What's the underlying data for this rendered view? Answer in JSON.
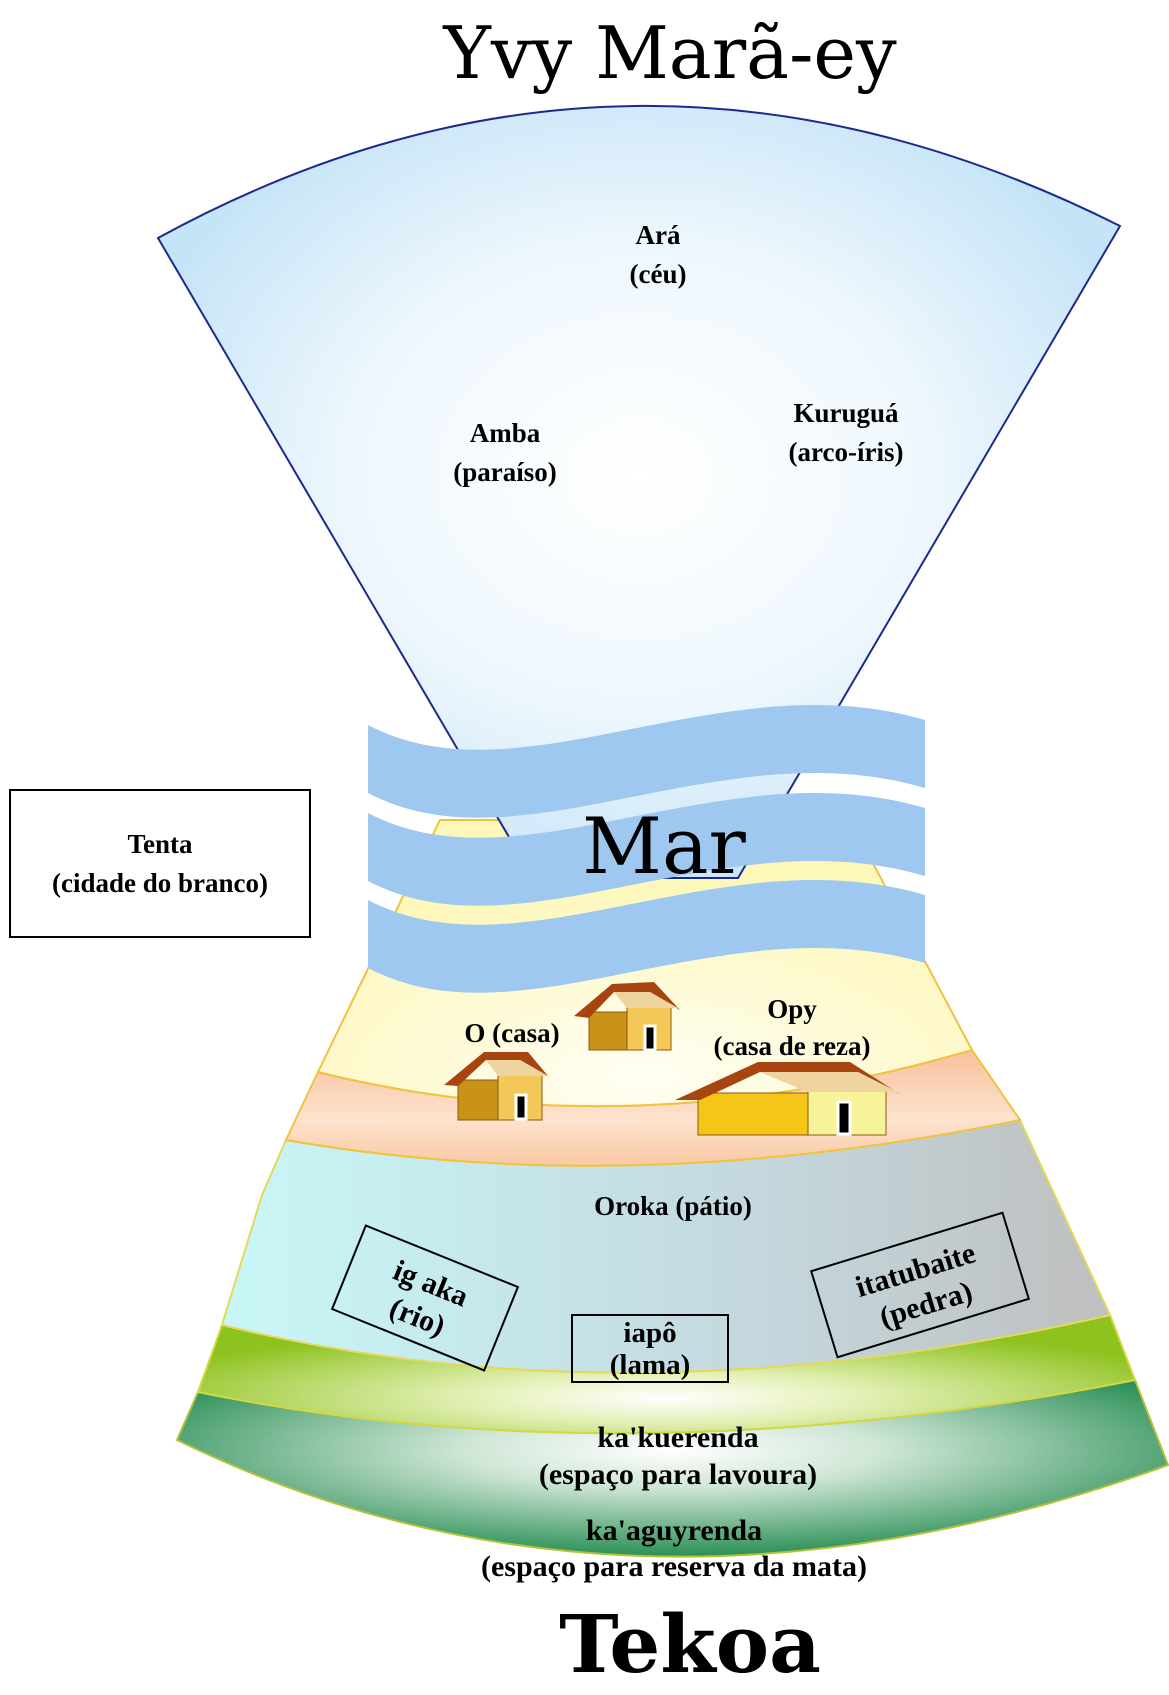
{
  "title_top": "Yvy Marã-ey",
  "title_bottom": "Tekoa",
  "sky": {
    "ara": {
      "line1": "Ará",
      "line2": "(céu)"
    },
    "amba": {
      "line1": "Amba",
      "line2": "(paraíso)"
    },
    "kurugua": {
      "line1": "Kuruguá",
      "line2": "(arco-íris)"
    }
  },
  "sea_label": "Mar",
  "tenta": {
    "line1": "Tenta",
    "line2": "(cidade do branco)"
  },
  "village": {
    "house": "O (casa)",
    "opy": {
      "line1": "Opy",
      "line2": "(casa de reza)"
    }
  },
  "oroka": "Oroka (pátio)",
  "water_band": {
    "rio": {
      "line1": "ig aka",
      "line2": "(rio)"
    },
    "lama": {
      "line1": "iapô",
      "line2": "(lama)"
    },
    "pedra": {
      "line1": "itatubaite",
      "line2": "(pedra)"
    }
  },
  "lavoura": {
    "line1": "ka'kuerenda",
    "line2": "(espaço para lavoura)"
  },
  "mata": {
    "line1": "ka'aguyrenda",
    "line2": "(espaço para reserva da mata)"
  },
  "colors": {
    "sky_outline": "#1c2a8c",
    "sky_fill_top": "#c6e4f7",
    "wave": "#9ec8ef",
    "village_fill": "#fdf9c8",
    "oroka_fill": "#f9c9a3",
    "water_fill": "#c8f2f4",
    "lavoura_fill": "#a6cf2c",
    "mata_fill": "#2f9a5a",
    "roof": "#b04a12",
    "wall": "#d9a21f"
  }
}
